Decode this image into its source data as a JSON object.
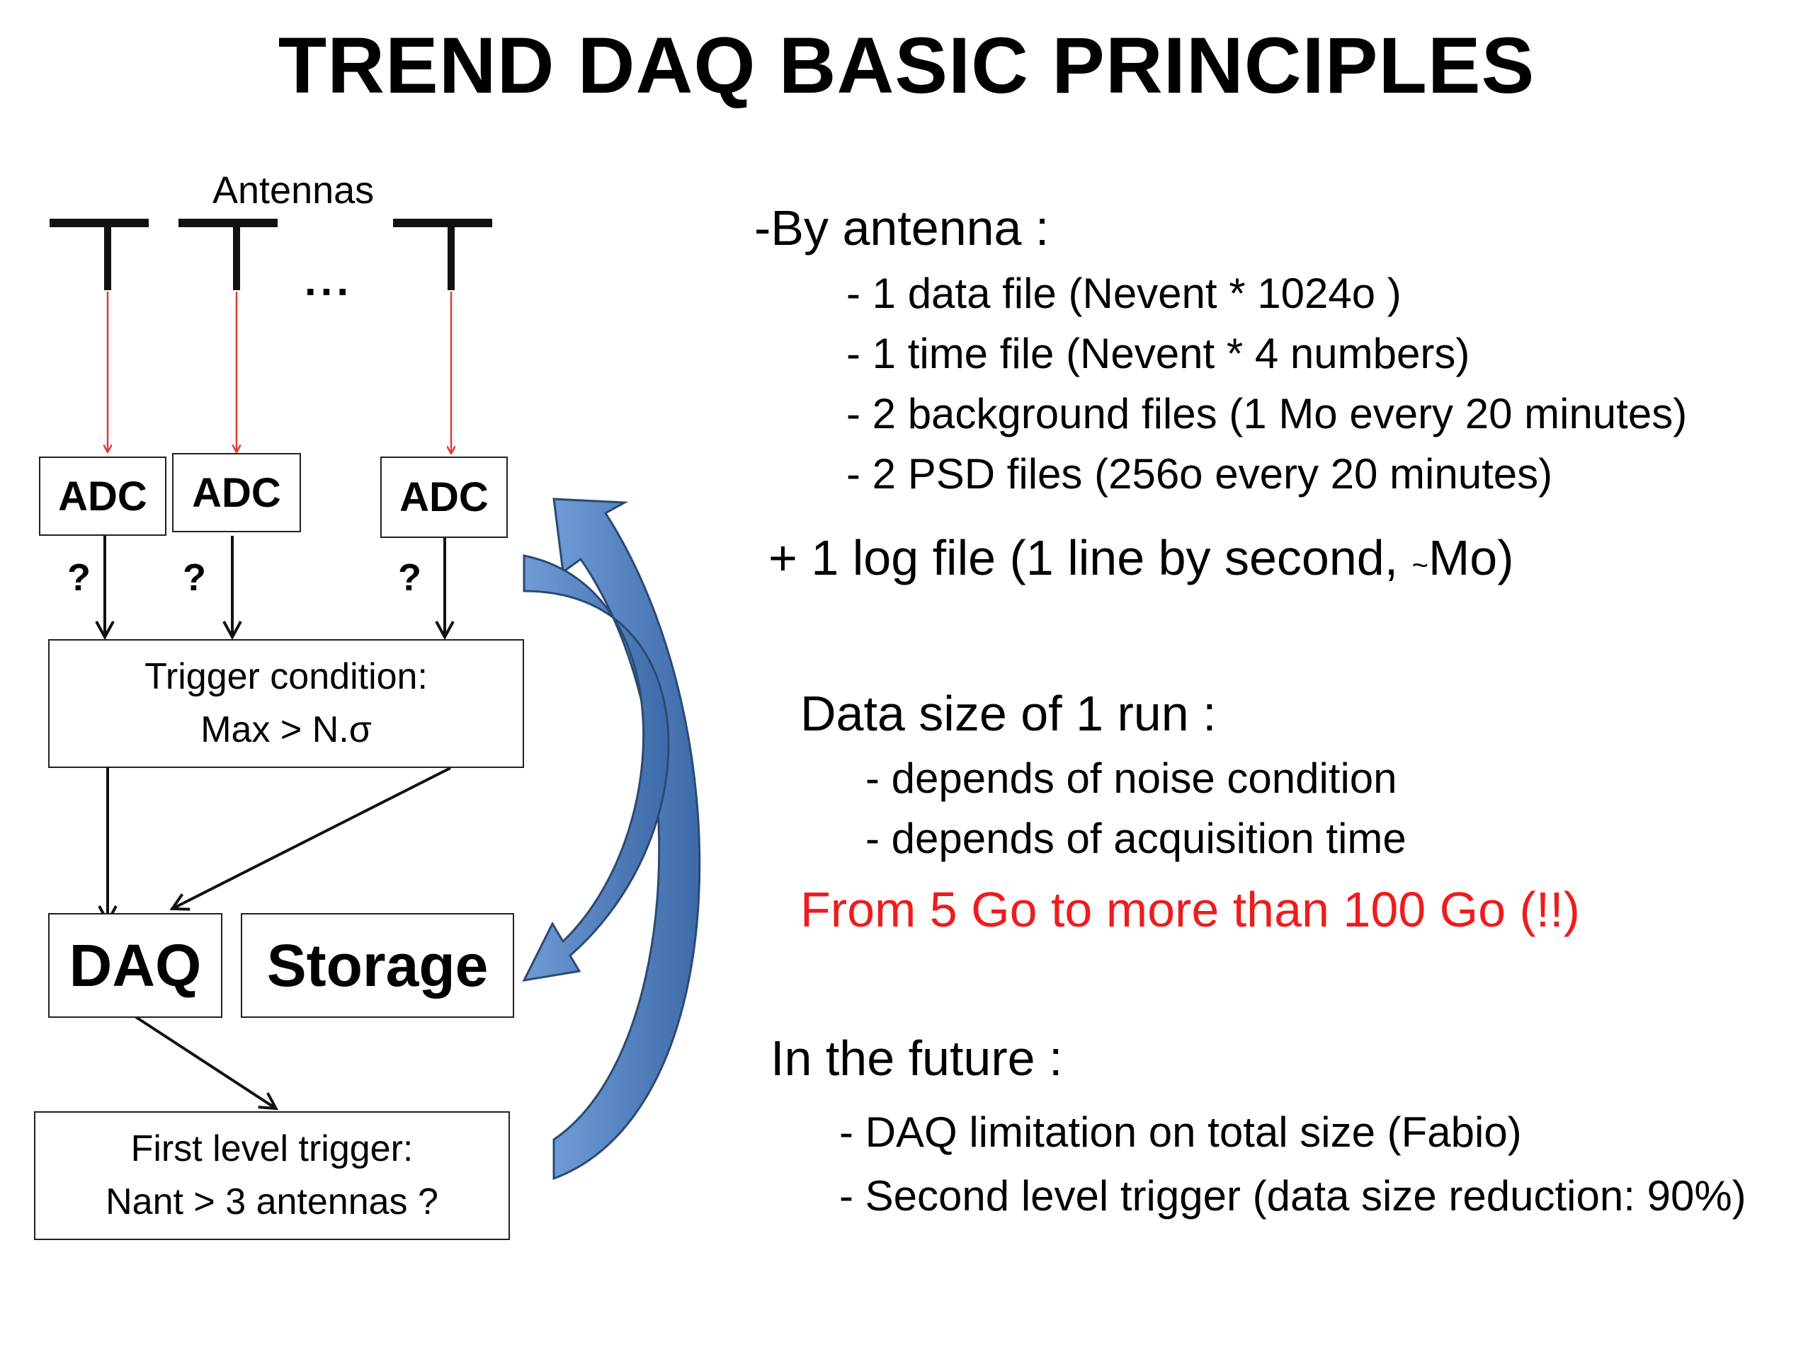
{
  "title": "TREND DAQ BASIC PRINCIPLES",
  "diagram": {
    "antennas_label": "Antennas",
    "ellipsis": "...",
    "adc_labels": [
      "ADC",
      "ADC",
      "ADC"
    ],
    "question_marks": [
      "?",
      "?",
      "?"
    ],
    "trigger_condition": {
      "line1": "Trigger condition:",
      "line2": "Max > N.σ"
    },
    "daq_label": "DAQ",
    "storage_label": "Storage",
    "first_level_trigger": {
      "line1": "First level trigger:",
      "line2": "Nant > 3 antennas ?"
    },
    "colors": {
      "signal_arrow": "#e03c31",
      "curved_arrow": "#4f81bd",
      "curved_arrow_edge": "#2b4a72"
    }
  },
  "notes": {
    "by_antenna": {
      "heading": "-By antenna :",
      "items": [
        "- 1 data file (Nevent * 1024o )",
        "- 1 time file (Nevent * 4 numbers)",
        "- 2 background files (1 Mo every 20 minutes)",
        "- 2 PSD files (256o every 20 minutes)"
      ],
      "log_prefix": "+ 1 log file (1 line by second, ",
      "log_tilde": "~",
      "log_suffix": "Mo)"
    },
    "data_size": {
      "heading": "Data size of 1 run :",
      "items": [
        "- depends of noise condition",
        "- depends of acquisition time"
      ],
      "highlight": "From 5 Go to more than 100 Go (!!)",
      "highlight_color": "#ee1c1c"
    },
    "future": {
      "heading": "In the future :",
      "items": [
        "- DAQ limitation on total size (Fabio)",
        "- Second level trigger (data size reduction: 90%)"
      ]
    }
  }
}
